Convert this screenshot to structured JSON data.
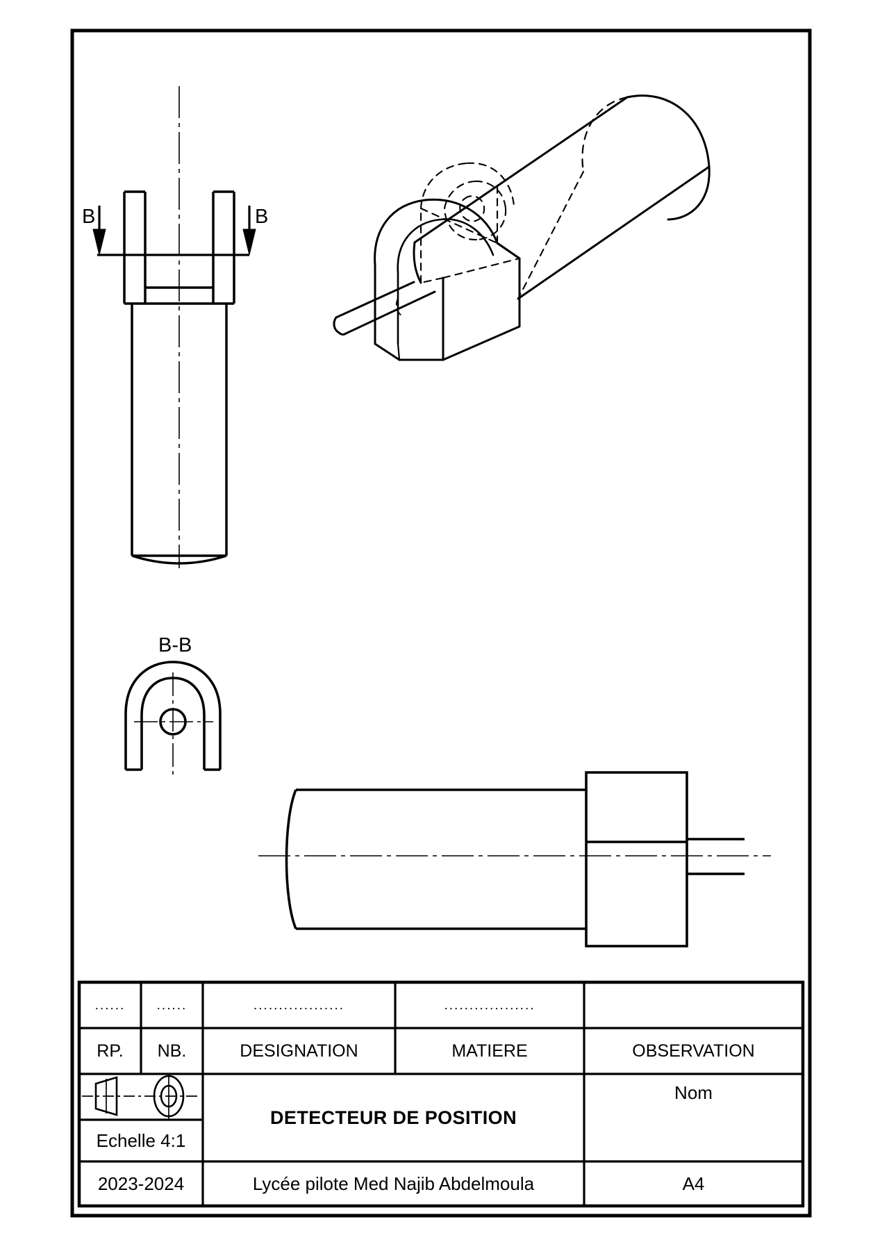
{
  "drawing": {
    "type": "technical-drawing",
    "sheet_format": "A4",
    "section_label_left": "B",
    "section_label_right": "B",
    "section_view_title": "B-B"
  },
  "title_block": {
    "parts_table": {
      "placeholder_row": [
        "......",
        "......",
        "..................",
        ".................."
      ],
      "headers": [
        "RP.",
        "NB.",
        "DESIGNATION",
        "MATIERE",
        "OBSERVATION"
      ]
    },
    "projection_symbol": "first-angle-projection-icon",
    "scale": "Echelle 4:1",
    "drawing_title": "DETECTEUR DE POSITION",
    "name_field": "Nom",
    "year": "2023-2024",
    "school": "Lycée pilote Med Najib Abdelmoula",
    "format": "A4"
  },
  "colors": {
    "line": "#000000",
    "background": "#ffffff"
  }
}
